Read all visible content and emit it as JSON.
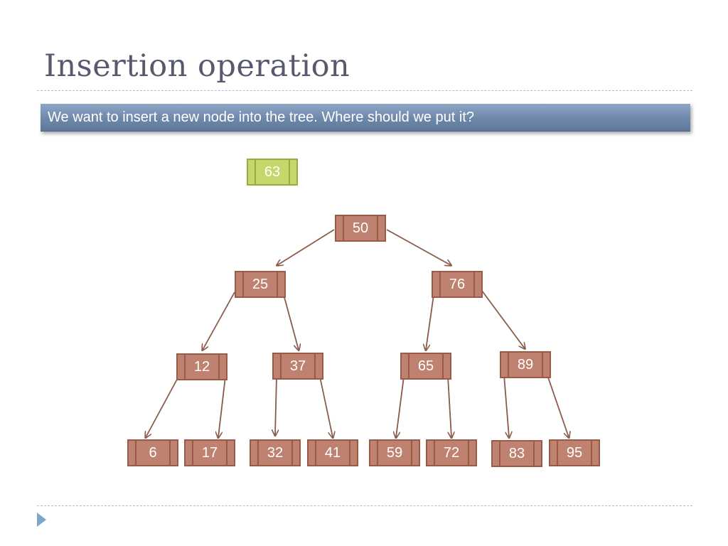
{
  "slide": {
    "title": "Insertion operation",
    "banner_text": "We want to insert a new node into the tree. Where should we put it?"
  },
  "tree": {
    "new_node": "63",
    "root": "50",
    "level1": [
      "25",
      "76"
    ],
    "level2": [
      "12",
      "37",
      "65",
      "89"
    ],
    "level3": [
      "6",
      "17",
      "32",
      "41",
      "59",
      "72",
      "83",
      "95"
    ]
  },
  "colors": {
    "node_fill": "#bf8270",
    "node_border": "#9a5a48",
    "new_node_fill": "#c6d66a",
    "edge": "#8a5a4a",
    "banner": "#6e88ab",
    "title": "#575a6e"
  }
}
